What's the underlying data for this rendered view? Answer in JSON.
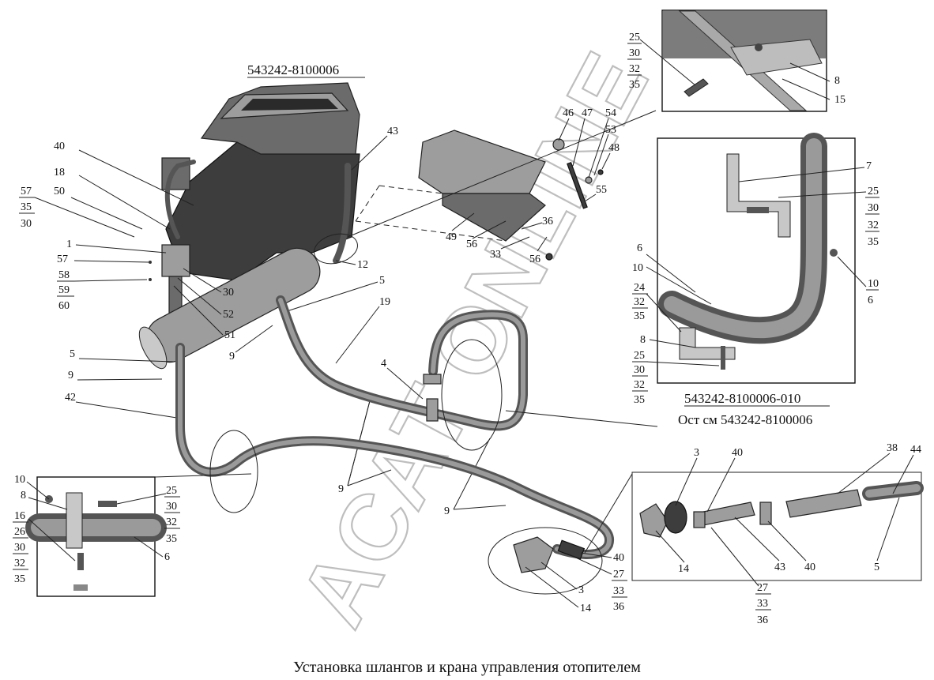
{
  "header": {
    "assembly_code": "543242-8100006"
  },
  "inset_right": {
    "code": "543242-8100006-010",
    "note": "Ост см 543242-8100006"
  },
  "caption": "Установка шлангов и крана управления отопителем",
  "watermark": "ACAT ONLINE",
  "callouts": {
    "top_inset": [
      "25",
      "30",
      "32",
      "35",
      "8",
      "15"
    ],
    "right_inset": [
      "7",
      "25",
      "30",
      "32",
      "35",
      "6",
      "10",
      "24",
      "32",
      "35",
      "8",
      "25",
      "30",
      "32",
      "35",
      "10",
      "6"
    ],
    "main": [
      "40",
      "18",
      "57",
      "35",
      "30",
      "50",
      "1",
      "57",
      "58",
      "59",
      "60",
      "43",
      "46",
      "47",
      "54",
      "53",
      "48",
      "55",
      "36",
      "49",
      "56",
      "33",
      "56",
      "12",
      "5",
      "19",
      "30",
      "52",
      "51",
      "9",
      "5",
      "9",
      "42",
      "4",
      "9",
      "9"
    ],
    "left_inset": [
      "10",
      "8",
      "16",
      "26",
      "30",
      "32",
      "35",
      "25",
      "30",
      "32",
      "35",
      "6"
    ],
    "heater_tap": [
      "40",
      "27",
      "33",
      "36",
      "3",
      "14"
    ],
    "exploded": [
      "3",
      "40",
      "38",
      "44",
      "14",
      "43",
      "40",
      "5",
      "27",
      "33",
      "36"
    ]
  }
}
